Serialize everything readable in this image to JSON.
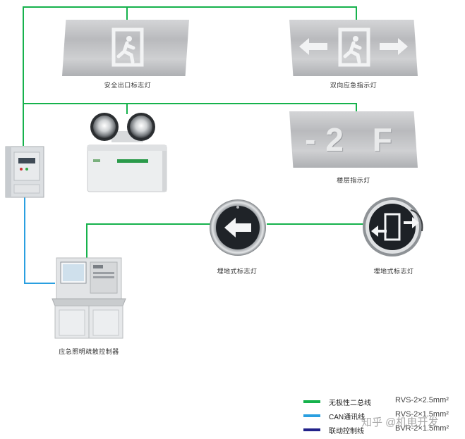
{
  "devices": {
    "safety_exit_sign": "安全出口标志灯",
    "bidirectional_sign": "双向应急指示灯",
    "floor_sign": "楼层指示灯",
    "floor_sign_text": "-2 F",
    "inground_sign_left": "埋地式标志灯",
    "inground_sign_right": "埋地式标志灯",
    "controller": "应急照明疏散控制器"
  },
  "legend": [
    {
      "name": "无极性二总线",
      "spec": "RVS-2×2.5mm²",
      "color": "#16b24c"
    },
    {
      "name": "CAN通讯线",
      "spec": "RVS-2×1.5mm²",
      "color": "#2a9fe0"
    },
    {
      "name": "联动控制线",
      "spec": "BVR-2×1.5mm²",
      "color": "#22228a"
    }
  ],
  "watermark": "知乎 @机电开发",
  "colors": {
    "bus_line": "#16b24c",
    "can_line": "#2a9fe0",
    "linkage_line": "#22228a"
  }
}
